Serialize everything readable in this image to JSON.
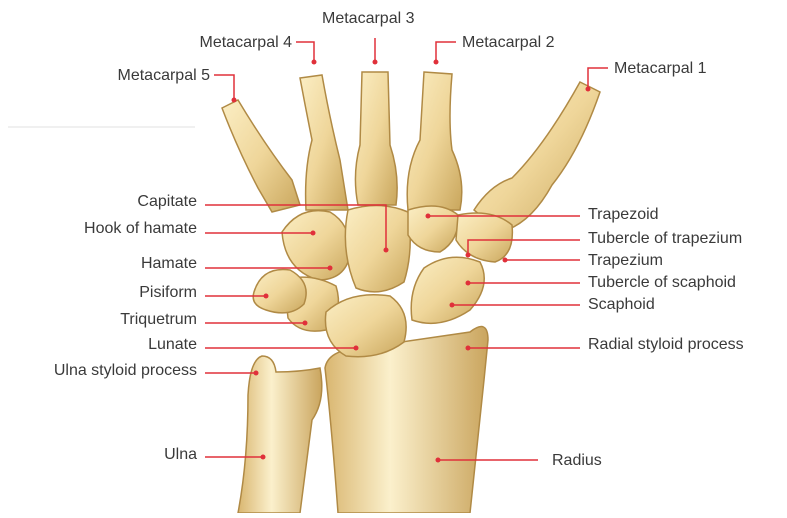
{
  "diagram": {
    "accent_color": "#e0303a",
    "bone_color": "#efd69a",
    "bone_shadow": "#c9a65c",
    "labels": {
      "metacarpal_1": "Metacarpal 1",
      "metacarpal_2": "Metacarpal 2",
      "metacarpal_3": "Metacarpal 3",
      "metacarpal_4": "Metacarpal 4",
      "metacarpal_5": "Metacarpal 5",
      "capitate": "Capitate",
      "hook_of_hamate": "Hook of hamate",
      "hamate": "Hamate",
      "pisiform": "Pisiform",
      "triquetrum": "Triquetrum",
      "lunate": "Lunate",
      "ulna_styloid_process": "Ulna styloid process",
      "ulna": "Ulna",
      "trapezoid": "Trapezoid",
      "tubercle_of_trapezium": "Tubercle of trapezium",
      "trapezium": "Trapezium",
      "tubercle_of_scaphoid": "Tubercle of scaphoid",
      "scaphoid": "Scaphoid",
      "radial_styloid_process": "Radial styloid process",
      "radius": "Radius"
    }
  }
}
